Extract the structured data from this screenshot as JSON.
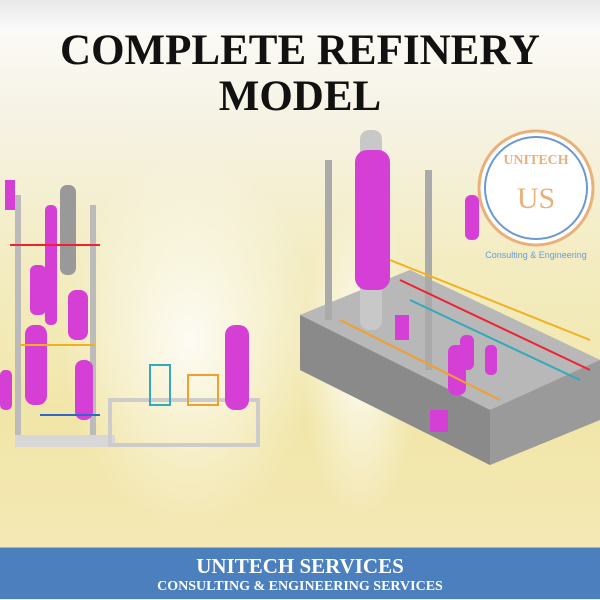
{
  "title": "COMPLETE REFINERY MODEL",
  "logo": {
    "ring_text": "UNITECH",
    "sub_text": "Consulting & Engineering",
    "monogram": "US"
  },
  "footer": {
    "company": "UNITECH SERVICES",
    "tagline": "CONSULTING & ENGINEERING SERVICES"
  },
  "colors": {
    "band": "#4b7fbd",
    "vessel": "#d63fd6",
    "logo_orange": "#eab07a",
    "logo_blue": "#6a9ad0"
  }
}
